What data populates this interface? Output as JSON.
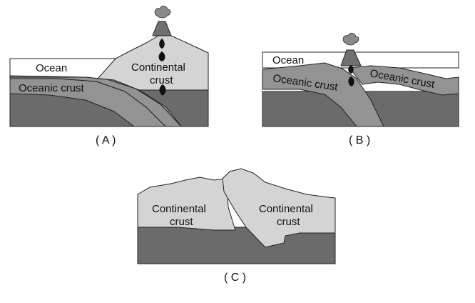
{
  "panel_a": {
    "caption": "( A )",
    "labels": {
      "ocean": "Ocean",
      "oceanic_crust": "Oceanic crust",
      "continental_line1": "Continental",
      "continental_line2": "crust"
    }
  },
  "panel_b": {
    "caption": "( B )",
    "labels": {
      "ocean": "Ocean",
      "oceanic_crust_left": "Oceanic crust",
      "oceanic_crust_right": "Oceanic crust"
    }
  },
  "panel_c": {
    "caption": "( C )",
    "labels": {
      "continental_left_line1": "Continental",
      "continental_left_line2": "crust",
      "continental_right_line1": "Continental",
      "continental_right_line2": "crust"
    }
  },
  "colors": {
    "mantle": "#6b6b6b",
    "oceanic_crust": "#939393",
    "continental_crust": "#d4d4d4",
    "ocean": "#ffffff",
    "magma": "#111111"
  }
}
